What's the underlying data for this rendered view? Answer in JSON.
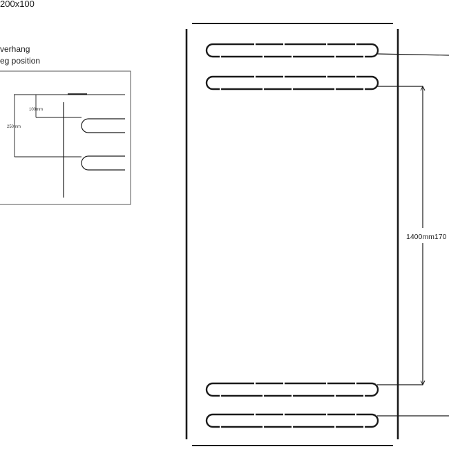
{
  "header": {
    "size_text": "200x100"
  },
  "notes": {
    "line1": "verhang",
    "line2": "eg position"
  },
  "inset": {
    "dim_top": "100mm",
    "dim_side": "250mm"
  },
  "main": {
    "dimension_text": "1400mm170"
  },
  "colors": {
    "line": "#1a1a1a",
    "frame": "#555555",
    "background": "#ffffff"
  }
}
